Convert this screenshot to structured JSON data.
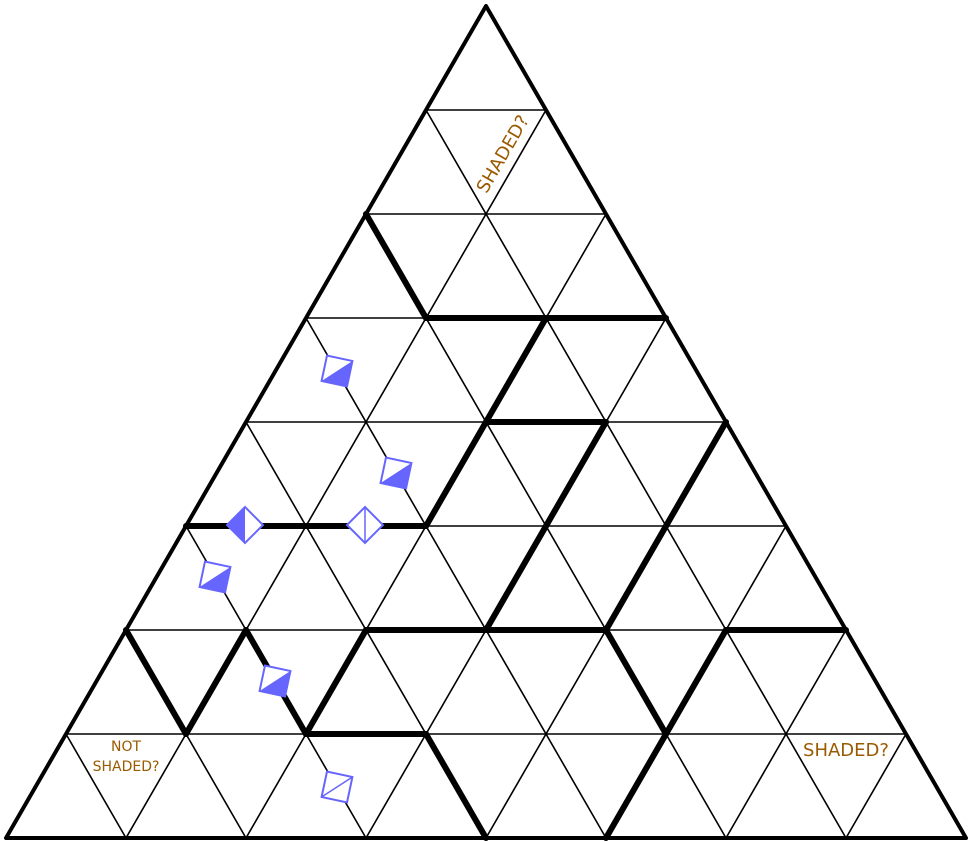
{
  "puzzle": {
    "rows": 8,
    "colors": {
      "line": "#000000",
      "marker": "#6666ff",
      "note": "#9a5a00",
      "background": "#ffffff"
    },
    "annotations": {
      "top_note": "SHADED?",
      "right_note": "SHADED?",
      "left_note_line1": "NOT",
      "left_note_line2": "SHADED?"
    },
    "markers": [
      {
        "kind": "diamond-half-shaded",
        "edge": "row3 left slanted edge"
      },
      {
        "kind": "diamond-half-shaded",
        "edge": "row4 slanted edge"
      },
      {
        "kind": "diamond-half-shaded",
        "edge": "row5 horizontal edge"
      },
      {
        "kind": "diamond-empty",
        "edge": "row5 horizontal edge"
      },
      {
        "kind": "diamond-half-shaded",
        "edge": "row5 slanted edge"
      },
      {
        "kind": "diamond-half-shaded",
        "edge": "row6 slanted edge"
      },
      {
        "kind": "diamond-empty",
        "edge": "row7 slanted edge"
      }
    ]
  }
}
